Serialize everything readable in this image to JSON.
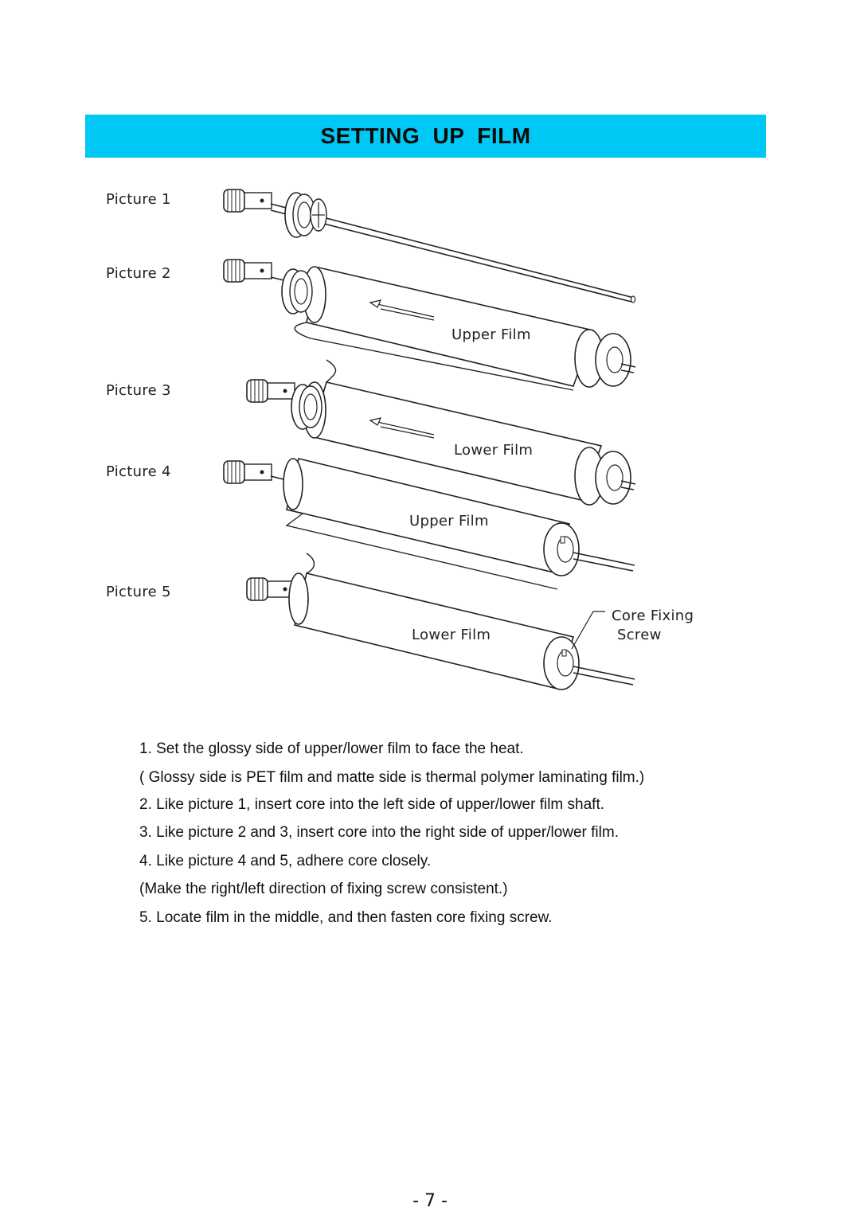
{
  "title": "SETTING  UP  FILM",
  "pictures": [
    "Picture 1",
    "Picture 2",
    "Picture 3",
    "Picture 4",
    "Picture 5"
  ],
  "figure_labels": {
    "upper_film_2": "Upper Film",
    "lower_film_3": "Lower Film",
    "upper_film_4": "Upper Film",
    "lower_film_5": "Lower Film",
    "core_fixing_line1": "Core Fixing",
    "core_fixing_line2": "Screw"
  },
  "instructions": [
    "1. Set the glossy side of upper/lower film to face the heat.",
    "( Glossy side is PET film and matte side is thermal polymer laminating film.)",
    "2. Like picture 1, insert core into the left side of upper/lower film shaft.",
    "3. Like picture 2 and 3, insert core into the right side of upper/lower film.",
    "4. Like picture 4 and 5, adhere core closely.",
    "(Make the right/left direction of fixing screw consistent.)",
    "5. Locate film in the middle, and then fasten core fixing screw."
  ],
  "page_number": "- 7 -"
}
